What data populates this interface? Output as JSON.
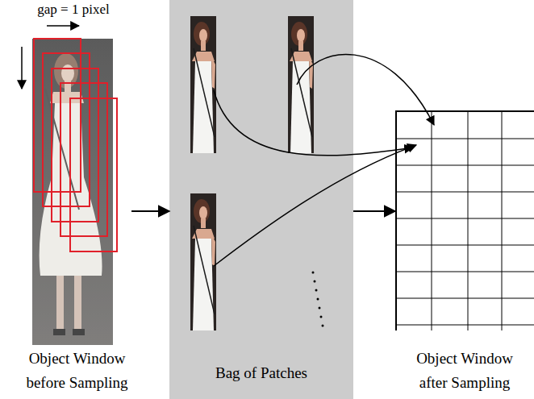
{
  "diagram": {
    "nodes": [
      {
        "text": [
          "Object Window before Sampling"
        ]
      },
      {
        "text": [
          "Bag of Patches"
        ]
      },
      {
        "text": [
          "Object Window after Sampling"
        ]
      }
    ],
    "edges": [
      {
        "from": 0,
        "to": 1,
        "arrow": "to"
      },
      {
        "from": 1,
        "to": 2,
        "arrow": "to"
      }
    ],
    "labels": [
      "gap = 1 pixel"
    ]
  }
}
